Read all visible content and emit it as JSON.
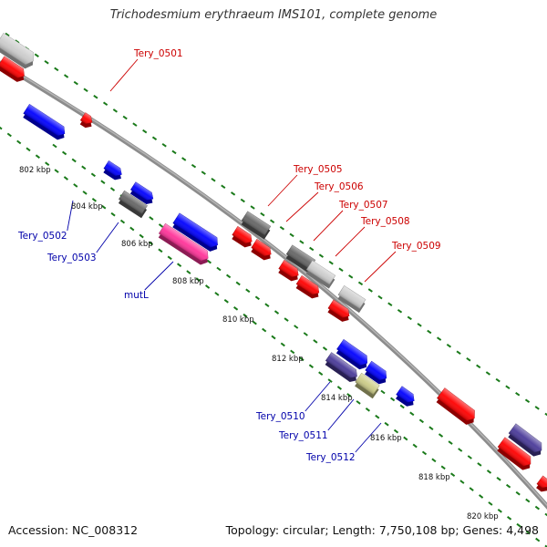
{
  "title": "Trichodesmium erythraeum IMS101, complete genome",
  "footer": {
    "accession": "Accession: NC_008312",
    "summary": "Topology: circular; Length: 7,750,108 bp; Genes: 4,498"
  },
  "colors": {
    "forward_label": "#cc0000",
    "reverse_label": "#0000aa",
    "backbone": "#8c8c8c",
    "tick_dots": "#1a7a1a",
    "red": "#ff0000",
    "blue": "#0000ff",
    "gray": "#666666",
    "light_gray": "#cccccc",
    "magenta": "#ff3399",
    "navy": "#4a3a99",
    "khaki": "#cccc88"
  },
  "ticks": [
    {
      "label": "802 kbp"
    },
    {
      "label": "804 kbp"
    },
    {
      "label": "806 kbp"
    },
    {
      "label": "808 kbp"
    },
    {
      "label": "810 kbp"
    },
    {
      "label": "812 kbp"
    },
    {
      "label": "814 kbp"
    },
    {
      "label": "816 kbp"
    },
    {
      "label": "818 kbp"
    },
    {
      "label": "820 kbp"
    }
  ],
  "gene_labels": [
    {
      "name": "Tery_0501",
      "strand": "forward"
    },
    {
      "name": "Tery_0505",
      "strand": "forward"
    },
    {
      "name": "Tery_0506",
      "strand": "forward"
    },
    {
      "name": "Tery_0507",
      "strand": "forward"
    },
    {
      "name": "Tery_0508",
      "strand": "forward"
    },
    {
      "name": "Tery_0509",
      "strand": "forward"
    },
    {
      "name": "Tery_0502",
      "strand": "reverse"
    },
    {
      "name": "Tery_0503",
      "strand": "reverse"
    },
    {
      "name": "mutL",
      "strand": "reverse"
    },
    {
      "name": "Tery_0510",
      "strand": "reverse"
    },
    {
      "name": "Tery_0511",
      "strand": "reverse"
    },
    {
      "name": "Tery_0512",
      "strand": "reverse"
    }
  ],
  "features": [
    {
      "color": "light_gray",
      "arrow": true
    },
    {
      "color": "red",
      "arrow": true
    },
    {
      "color": "red",
      "arrow": true
    },
    {
      "color": "blue",
      "arrow": true
    },
    {
      "color": "blue",
      "arrow": true
    },
    {
      "color": "blue",
      "arrow": true
    },
    {
      "color": "gray",
      "arrow": false
    },
    {
      "color": "blue",
      "arrow": true
    },
    {
      "color": "magenta",
      "arrow": true
    },
    {
      "color": "gray",
      "arrow": false
    },
    {
      "color": "red",
      "arrow": true
    },
    {
      "color": "red",
      "arrow": true
    },
    {
      "color": "gray",
      "arrow": false
    },
    {
      "color": "light_gray",
      "arrow": false
    },
    {
      "color": "red",
      "arrow": true
    },
    {
      "color": "red",
      "arrow": true
    },
    {
      "color": "light_gray",
      "arrow": false
    },
    {
      "color": "red",
      "arrow": true
    },
    {
      "color": "blue",
      "arrow": true
    },
    {
      "color": "navy",
      "arrow": true
    },
    {
      "color": "blue",
      "arrow": true
    },
    {
      "color": "khaki",
      "arrow": false
    },
    {
      "color": "blue",
      "arrow": true
    },
    {
      "color": "red",
      "arrow": true
    },
    {
      "color": "red",
      "arrow": true
    },
    {
      "color": "navy",
      "arrow": true
    },
    {
      "color": "red",
      "arrow": true
    }
  ]
}
